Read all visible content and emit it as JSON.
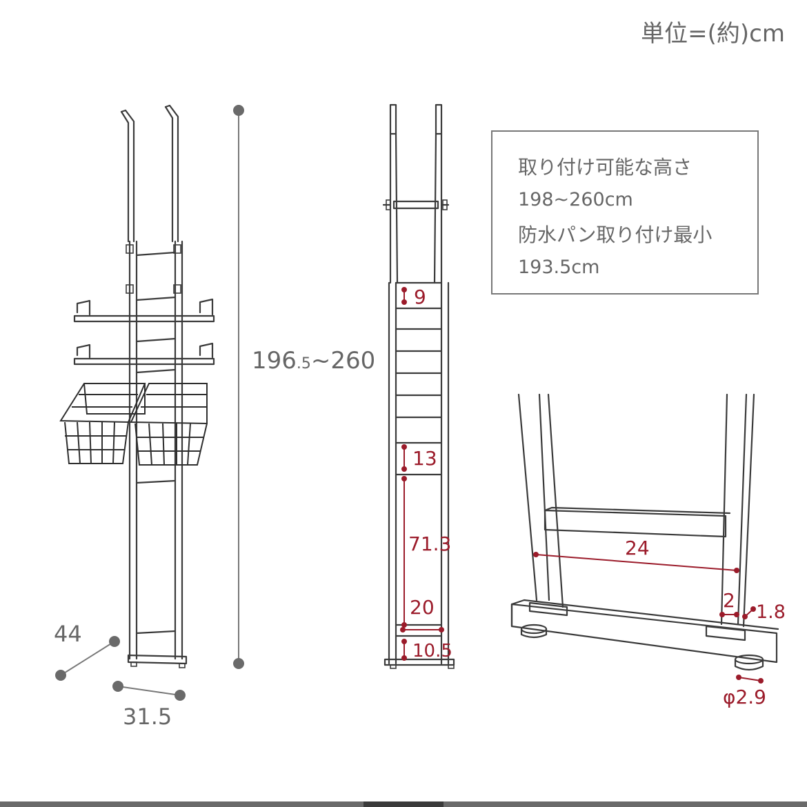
{
  "unit_label": "単位=(約)cm",
  "info_box": {
    "line1": "取り付け可能な高さ",
    "line2": "198~260cm",
    "line3": "防水パン取り付け最小",
    "line4": "193.5cm"
  },
  "front_view": {
    "height_main": "196",
    "height_small": ".5",
    "height_rest": "~260",
    "depth": "44",
    "width": "31.5"
  },
  "side_view": {
    "rung_gap": "9",
    "gap_upper": "13",
    "gap_long": "71.3",
    "gap_lower": "20",
    "gap_bottom": "10.5"
  },
  "detail_view": {
    "inner_width": "24",
    "pole_width": "2",
    "pole_depth": "1.8",
    "foot_diameter": "φ2.9"
  },
  "colors": {
    "dimension": "#9b1b2a",
    "line": "#3a3a3a",
    "text": "#666666"
  }
}
